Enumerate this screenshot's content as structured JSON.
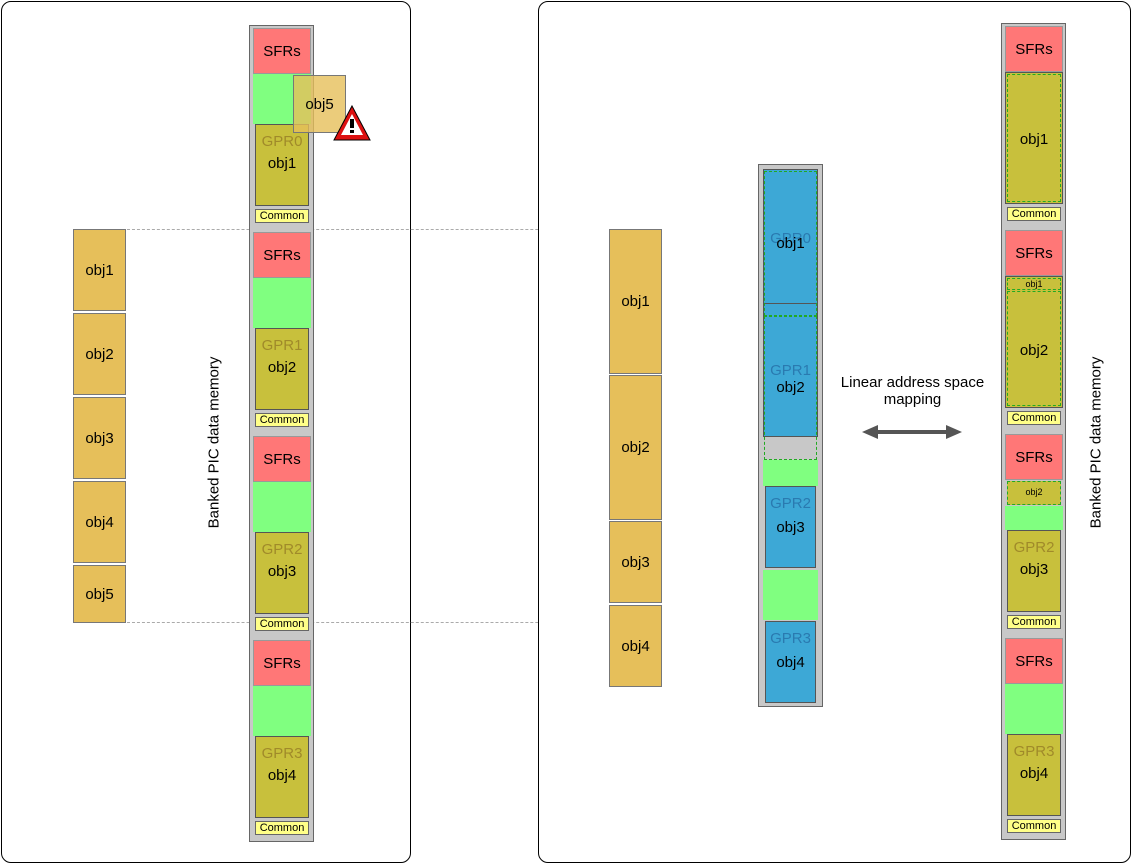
{
  "labels": {
    "sfrs": "SFRs",
    "common": "Common",
    "banked_left": "Banked PIC data memory",
    "banked_right": "Banked PIC data memory",
    "mapping": "Linear address space mapping"
  },
  "gpr_names": [
    "GPR0",
    "GPR1",
    "GPR2",
    "GPR3"
  ],
  "objects": [
    "obj1",
    "obj2",
    "obj3",
    "obj4",
    "obj5"
  ],
  "warning_object": "obj5",
  "colors": {
    "sfr": "#ff7777",
    "free": "#80ff80",
    "gpr": "#c8c03c",
    "object": "#e6bf5a",
    "linear": "#3da8d6",
    "common": "#ffff88",
    "warning": "#dd1111"
  },
  "icons": {
    "warning": "warning-triangle-icon",
    "arrow": "double-arrow-icon"
  }
}
